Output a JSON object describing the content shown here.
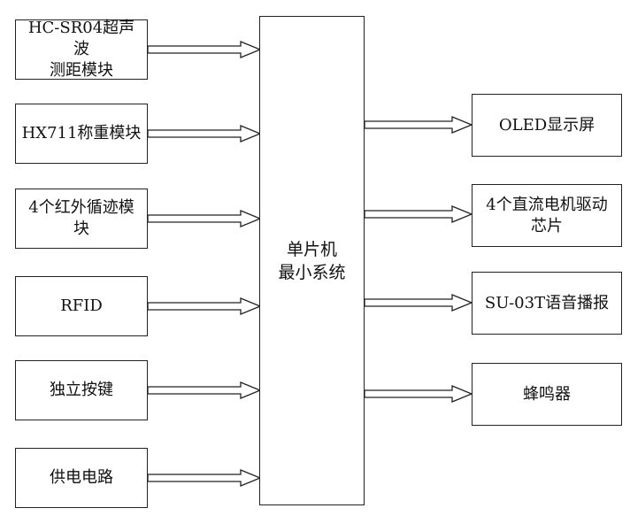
{
  "diagram": {
    "center": {
      "label": "单片机\n最小系统"
    },
    "inputs": [
      {
        "label": "HC-SR04超声波\n测距模块"
      },
      {
        "label": "HX711称重模块"
      },
      {
        "label": "4个红外循迹模\n块"
      },
      {
        "label": "RFID"
      },
      {
        "label": "独立按键"
      },
      {
        "label": "供电电路"
      }
    ],
    "outputs": [
      {
        "label": "OLED显示屏"
      },
      {
        "label": "4个直流电机驱动\n芯片"
      },
      {
        "label": "SU-03T语音播报"
      },
      {
        "label": "蜂鸣器"
      }
    ]
  }
}
